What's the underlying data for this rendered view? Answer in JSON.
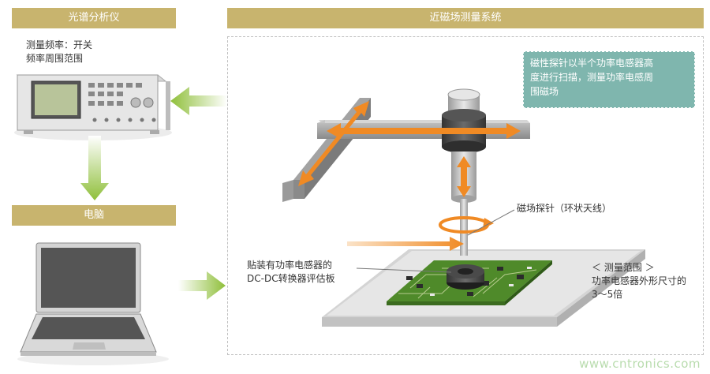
{
  "left_panel": {
    "spectrum_header": "光谱分析仪",
    "spectrum_line1": "测量频率：开关",
    "spectrum_line2": "频率周围范围",
    "pc_header": "电脑"
  },
  "right_panel": {
    "header": "近磁场测量系统",
    "note_line1": "磁性探针以半个功率电感器高",
    "note_line2": "度进行扫描，测量功率电感周",
    "note_line3": "围磁场",
    "probe_label": "磁场探针（环状天线）",
    "board_label_line1": "贴装有功率电感器的",
    "board_label_line2": "DC-DC转换器评估板",
    "range_line1": "＜ 测量范围 ＞",
    "range_line2": "功率电感器外形尺寸的",
    "range_line3": "3〜5倍"
  },
  "watermark": "www.cntronics.com",
  "colors": {
    "header_bg": "#c8b46e",
    "note_bg": "#7fb6ae",
    "arrow_orange": "#f08a24",
    "arrow_green": "#8fbf3a",
    "board_green": "#4f8a2a"
  }
}
